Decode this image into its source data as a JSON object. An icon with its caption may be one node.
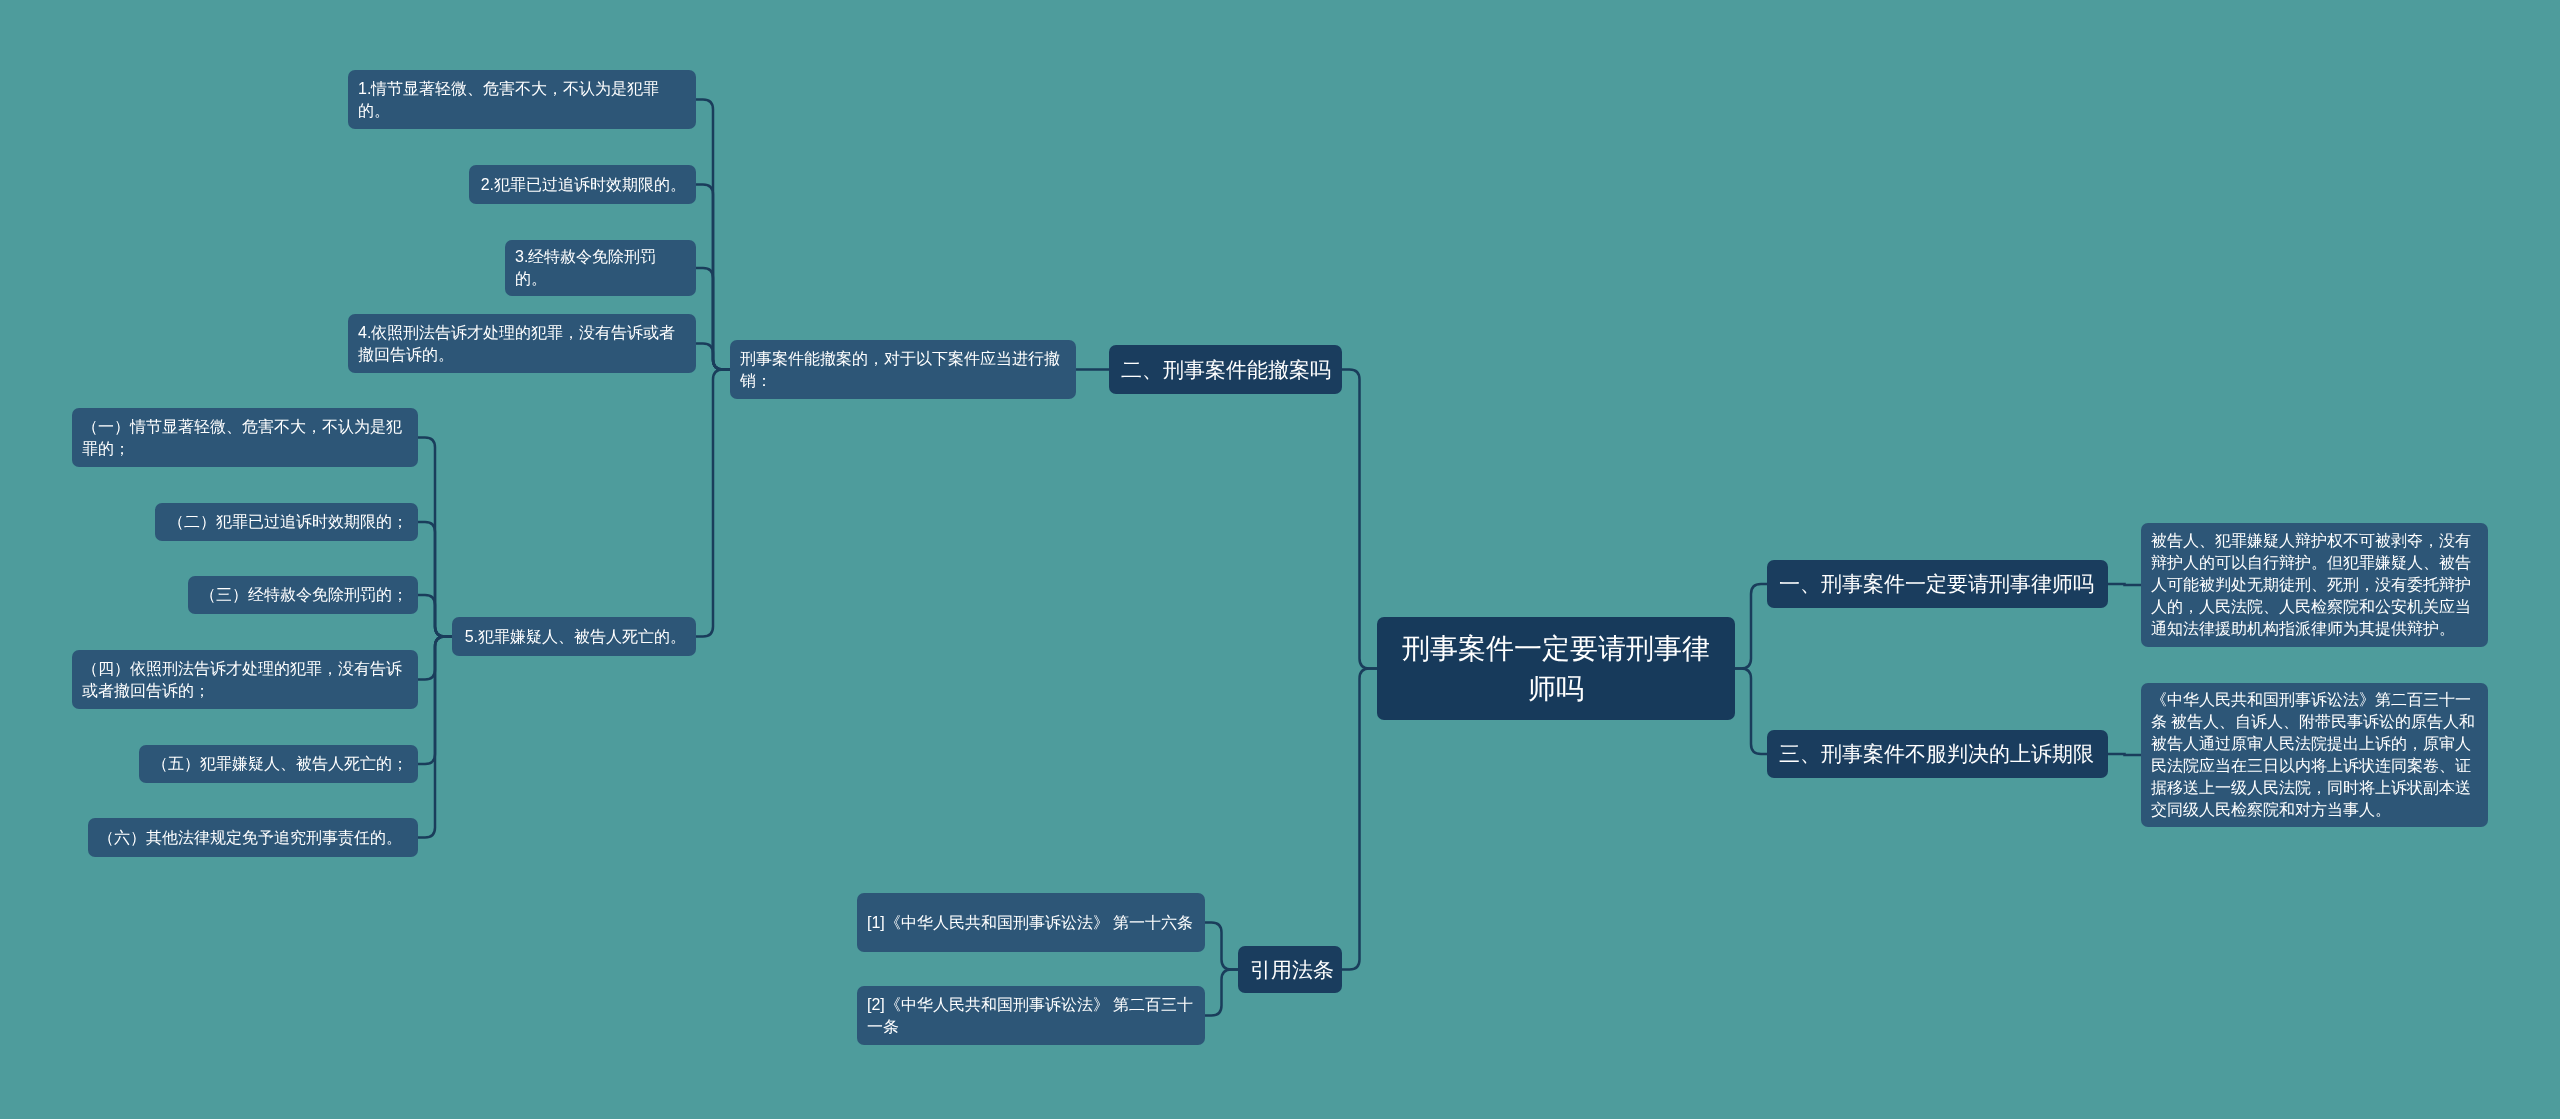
{
  "diagram": {
    "nodes": [
      {
        "text": [
          "刑事案件一定要请刑事律师吗"
        ]
      },
      {
        "text": [
          "一、刑事案件一定要请刑事律师吗"
        ]
      },
      {
        "text": [
          "被告人、犯罪嫌疑人辩护权不可被剥夺，没有辩护人的可以自行辩护。但犯罪嫌疑人、被告人可能被判处无期徒刑、死刑，没有委托辩护人的，人民法院、人民检察院和公安机关应当通知法律援助机构指派律师为其提供辩护。"
        ]
      },
      {
        "text": [
          "三、刑事案件不服判决的上诉期限"
        ]
      },
      {
        "text": [
          "《中华人民共和国刑事诉讼法》第二百三十一条 被告人、自诉人、附带民事诉讼的原告人和被告人通过原审人民法院提出上诉的，原审人民法院应当在三日以内将上诉状连同案卷、证据移送上一级人民法院，同时将上诉状副本送交同级人民检察院和对方当事人。"
        ]
      },
      {
        "text": [
          "二、刑事案件能撤案吗"
        ]
      },
      {
        "text": [
          "刑事案件能撤案的，对于以下案件应当进行撤销："
        ]
      },
      {
        "text": [
          "1.情节显著轻微、危害不大，不认为是犯罪的。"
        ]
      },
      {
        "text": [
          "2.犯罪已过追诉时效期限的。"
        ]
      },
      {
        "text": [
          "3.经特赦令免除刑罚的。"
        ]
      },
      {
        "text": [
          "4.依照刑法告诉才处理的犯罪，没有告诉或者撤回告诉的。"
        ]
      },
      {
        "text": [
          "5.犯罪嫌疑人、被告人死亡的。"
        ]
      },
      {
        "text": [
          "（一）情节显著轻微、危害不大，不认为是犯罪的；"
        ]
      },
      {
        "text": [
          "（二）犯罪已过追诉时效期限的；"
        ]
      },
      {
        "text": [
          "（三）经特赦令免除刑罚的；"
        ]
      },
      {
        "text": [
          "（四）依照刑法告诉才处理的犯罪，没有告诉或者撤回告诉的；"
        ]
      },
      {
        "text": [
          "（五）犯罪嫌疑人、被告人死亡的；"
        ]
      },
      {
        "text": [
          "（六）其他法律规定免予追究刑事责任的。"
        ]
      },
      {
        "text": [
          "引用法条"
        ]
      },
      {
        "text": [
          "[1]《中华人民共和国刑事诉讼法》 第一十六条"
        ]
      },
      {
        "text": [
          "[2]《中华人民共和国刑事诉讼法》 第二百三十一条"
        ]
      }
    ],
    "edges": [
      {
        "from": 0,
        "to": 1,
        "arrow": "none"
      },
      {
        "from": 1,
        "to": 2,
        "arrow": "none"
      },
      {
        "from": 0,
        "to": 3,
        "arrow": "none"
      },
      {
        "from": 3,
        "to": 4,
        "arrow": "none"
      },
      {
        "from": 0,
        "to": 5,
        "arrow": "none"
      },
      {
        "from": 5,
        "to": 6,
        "arrow": "none"
      },
      {
        "from": 6,
        "to": 7,
        "arrow": "none"
      },
      {
        "from": 6,
        "to": 8,
        "arrow": "none"
      },
      {
        "from": 6,
        "to": 9,
        "arrow": "none"
      },
      {
        "from": 6,
        "to": 10,
        "arrow": "none"
      },
      {
        "from": 6,
        "to": 11,
        "arrow": "none"
      },
      {
        "from": 11,
        "to": 12,
        "arrow": "none"
      },
      {
        "from": 11,
        "to": 13,
        "arrow": "none"
      },
      {
        "from": 11,
        "to": 14,
        "arrow": "none"
      },
      {
        "from": 11,
        "to": 15,
        "arrow": "none"
      },
      {
        "from": 11,
        "to": 16,
        "arrow": "none"
      },
      {
        "from": 11,
        "to": 17,
        "arrow": "none"
      },
      {
        "from": 0,
        "to": 18,
        "arrow": "none"
      },
      {
        "from": 18,
        "to": 19,
        "arrow": "none"
      },
      {
        "from": 18,
        "to": 20,
        "arrow": "none"
      }
    ]
  }
}
